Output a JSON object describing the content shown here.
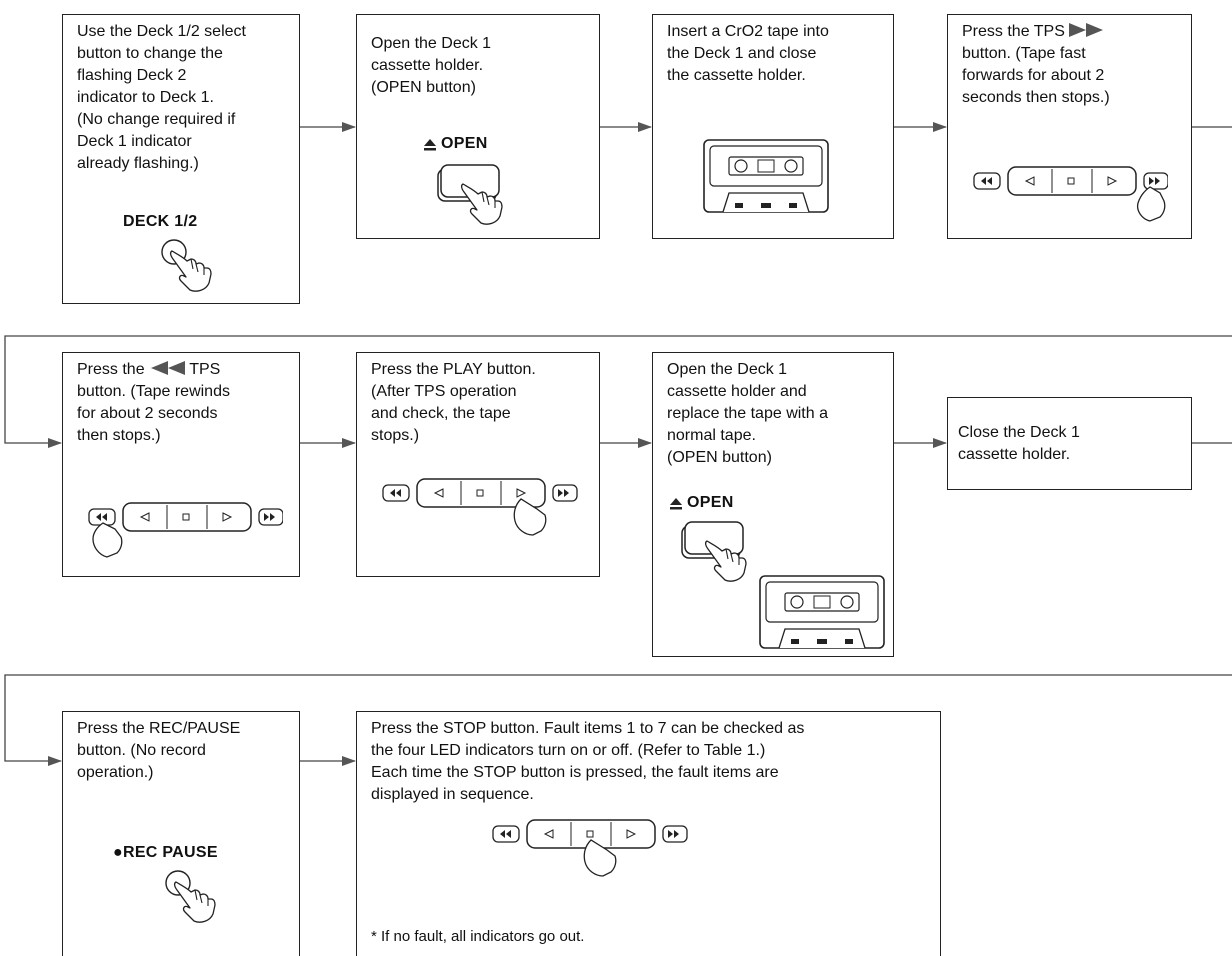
{
  "steps": [
    {
      "text": "Use the Deck 1/2 select\nbutton to change the\nflashing Deck 2\nindicator to Deck 1.\n(No change required if\nDeck 1 indicator\nalready flashing.)",
      "button_label": "DECK 1/2"
    },
    {
      "text": "Open the Deck 1\ncassette holder.\n(OPEN button)",
      "button_label": "OPEN"
    },
    {
      "text": "Insert a CrO2 tape into\nthe Deck 1 and close\nthe cassette holder."
    },
    {
      "text_pre": "Press the TPS",
      "text_post": "\nbutton. (Tape fast\nforwards for about 2\nseconds then stops.)"
    },
    {
      "text_pre": "Press the",
      "text_mid": "TPS",
      "text_post": "\nbutton. (Tape rewinds\nfor about 2 seconds\nthen stops.)"
    },
    {
      "text": "Press the PLAY button.\n(After TPS operation\nand check, the tape\nstops.)"
    },
    {
      "text": "Open the Deck 1\ncassette holder and\nreplace the tape with a\nnormal tape.\n(OPEN button)",
      "button_label": "OPEN"
    },
    {
      "text": "Close the Deck 1\ncassette holder."
    },
    {
      "text": "Press the REC/PAUSE\nbutton. (No record\noperation.)",
      "button_label": "REC PAUSE"
    },
    {
      "text": "Press the STOP button. Fault items 1 to 7 can be checked as\nthe four LED indicators turn on or off. (Refer to Table 1.)\nEach time the STOP button is pressed, the fault items are\ndisplayed in sequence.",
      "note": "* If no fault, all indicators go out."
    }
  ]
}
